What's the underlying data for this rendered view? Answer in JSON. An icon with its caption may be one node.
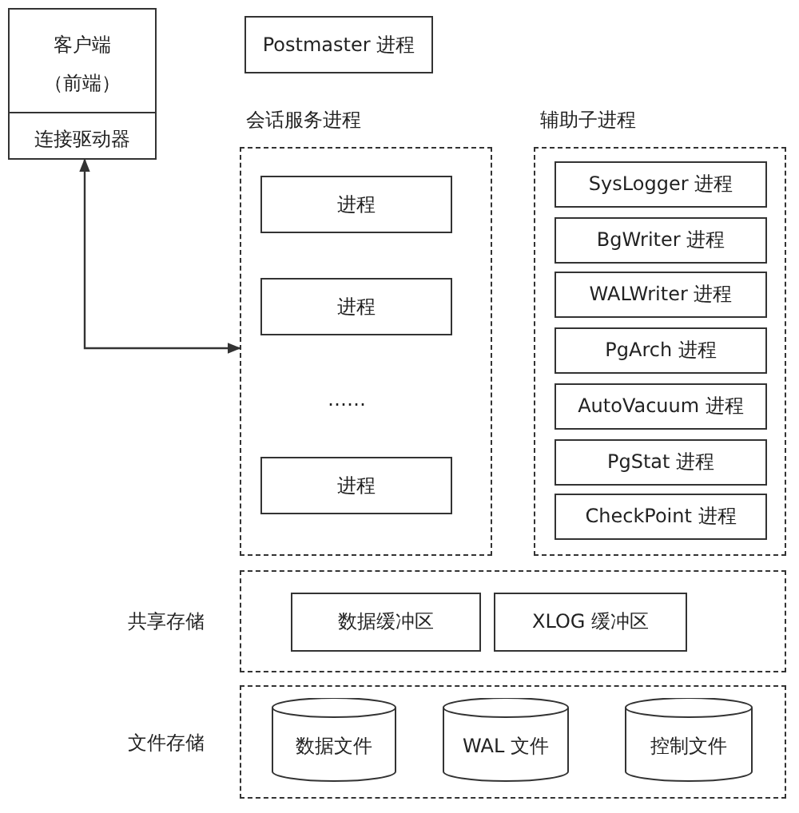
{
  "diagram": {
    "nodes": [
      {
        "text": [
          "客户端（前端）",
          "连接驱动器"
        ]
      },
      {
        "text": [
          "Postmaster 进程"
        ]
      },
      {
        "text": [
          "会话服务进程"
        ]
      },
      {
        "text": [
          "进程"
        ],
        "in": 2
      },
      {
        "text": [
          "进程"
        ],
        "in": 2
      },
      {
        "text": [
          "进程"
        ],
        "in": 2
      },
      {
        "text": [
          "辅助子进程"
        ]
      },
      {
        "text": [
          "SysLogger 进程"
        ],
        "in": 6
      },
      {
        "text": [
          "BgWriter 进程"
        ],
        "in": 6
      },
      {
        "text": [
          "WALWriter 进程"
        ],
        "in": 6
      },
      {
        "text": [
          "PgArch 进程"
        ],
        "in": 6
      },
      {
        "text": [
          "AutoVacuum 进程"
        ],
        "in": 6
      },
      {
        "text": [
          "PgStat 进程"
        ],
        "in": 6
      },
      {
        "text": [
          "CheckPoint 进程"
        ],
        "in": 6
      },
      {
        "text": [
          "共享存储"
        ]
      },
      {
        "text": [
          "数据缓冲区"
        ],
        "in": 14
      },
      {
        "text": [
          "XLOG 缓冲区"
        ],
        "in": 14
      },
      {
        "text": [
          "文件存储"
        ]
      },
      {
        "text": [
          "数据文件"
        ],
        "in": 17
      },
      {
        "text": [
          "WAL 文件"
        ],
        "in": 17
      },
      {
        "text": [
          "控制文件"
        ],
        "in": 17
      }
    ],
    "edges": [
      {
        "from": 0,
        "to": 2,
        "arrow": "both"
      }
    ],
    "labels": [
      "……"
    ]
  }
}
